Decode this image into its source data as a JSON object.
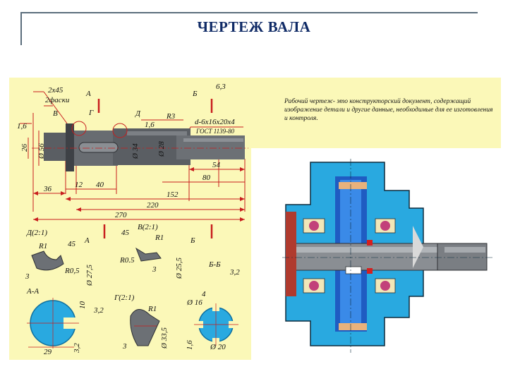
{
  "title": "ЧЕРТЕЖ ВАЛА",
  "note": "Рабочий чертеж- это конструкторский документ, содержащий изображение детали и другие данные, необходимые для ее изготовления и контроля.",
  "colors": {
    "sheet": "#fbf8b8",
    "dim": "#c81e1e",
    "part": "#4a4d52",
    "section": "#29a9e0",
    "title": "#0f2a66"
  },
  "labels": {
    "chamfer": "2x45",
    "chamfer_count": "2фаски",
    "sec_a": "А",
    "sec_b": "Б",
    "roughness": "6,3",
    "view_v": "В",
    "view_g": "Г",
    "view_d": "Д",
    "r3": "R3",
    "chamfer16": "1,6",
    "r16left": "1,6",
    "spline": "d-6x16x20x4",
    "gost": "ГОСТ 1139-80",
    "d26": "26",
    "d56": "Ø 56",
    "d34": "Ø 34",
    "d28": "Ø 28",
    "l54": "54",
    "l80": "80",
    "l36": "36",
    "l12": "12",
    "l40": "40",
    "l152": "152",
    "l220": "220",
    "l270": "270",
    "det_d": "Д(2:1)",
    "det_v": "В(2:1)",
    "angle45a": "45",
    "angle45b": "45",
    "r1a": "R1",
    "r1b": "R1",
    "r1c": "R1",
    "r05a": "R0,5",
    "r05b": "R0.5",
    "three_a": "3",
    "three_b": "3",
    "three_c": "3",
    "d275": "Ø 27,5",
    "d255": "Ø 25,5",
    "aa": "А-А",
    "bb": "Б-Б",
    "det_g": "Г(2:1)",
    "ten": "10",
    "d32": "3,2",
    "d32b": "3,2",
    "d32c": "3,2",
    "l29": "29",
    "d16": "Ø 16",
    "four": "4",
    "d20": "Ø 20",
    "d335": "Ø 33,5",
    "r16b": "1,6",
    "b_mark": "Б",
    "a_mark": "А"
  }
}
